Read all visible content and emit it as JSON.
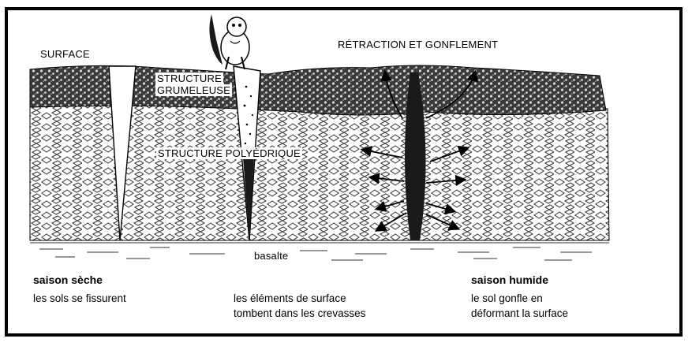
{
  "labels": {
    "surface": "SURFACE",
    "retraction": "RÉTRACTION ET GONFLEMENT",
    "structure_grumeleuse_1": "STRUCTURE",
    "structure_grumeleuse_2": "GRUMELEUSE",
    "structure_polyedrique": "STRUCTURE POLYÉDRIQUE",
    "basalte": "basalte"
  },
  "captions": {
    "dry_title": "saison sèche",
    "dry_text": "les sols se fissurent",
    "middle_text_1": "les éléments de surface",
    "middle_text_2": "tombent dans les crevasses",
    "wet_title": "saison humide",
    "wet_text_1": "le sol gonfle en",
    "wet_text_2": "déformant la surface"
  },
  "colors": {
    "ink": "#000000",
    "paper": "#ffffff",
    "soil_dark": "#2a2a2a"
  }
}
